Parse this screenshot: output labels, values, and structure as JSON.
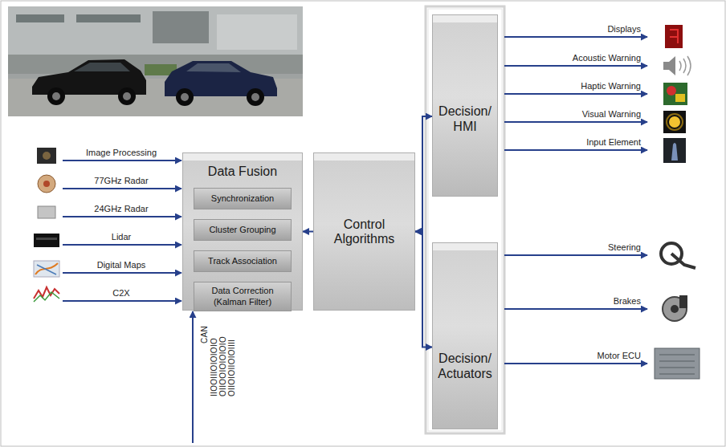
{
  "diagram": {
    "nodes": [
      {
        "text": [
          "Data Fusion"
        ]
      },
      {
        "text": [
          "Synchronization"
        ],
        "in": 0
      },
      {
        "text": [
          "Cluster Grouping"
        ],
        "in": 0
      },
      {
        "text": [
          "Track Association"
        ],
        "in": 0
      },
      {
        "text": [
          "Data Correction (Kalman Filter)"
        ],
        "in": 0
      },
      {
        "text": [
          "Control Algorithms"
        ]
      },
      {
        "text": [
          "Decision/ HMI"
        ]
      },
      {
        "text": [
          "Decision/ Actuators"
        ]
      }
    ],
    "edges": [
      {
        "from": 5,
        "to": 0,
        "arrow": "to"
      },
      {
        "from": 5,
        "to": 6,
        "arrow": "both"
      },
      {
        "from": 5,
        "to": 7,
        "arrow": "both"
      }
    ],
    "labels": [
      "Image Processing",
      "77GHz Radar",
      "24GHz Radar",
      "Lidar",
      "Digital Maps",
      "C2X",
      "Displays",
      "Acoustic Warning",
      "Haptic Warning",
      "Visual Warning",
      "Input Element",
      "Steering",
      "Brakes",
      "Motor ECU",
      "CAN",
      "IIOOIIIOIOIOIO",
      "OIIOOIOIOIOIO",
      "OIIOIOIIOIOIIII"
    ]
  }
}
